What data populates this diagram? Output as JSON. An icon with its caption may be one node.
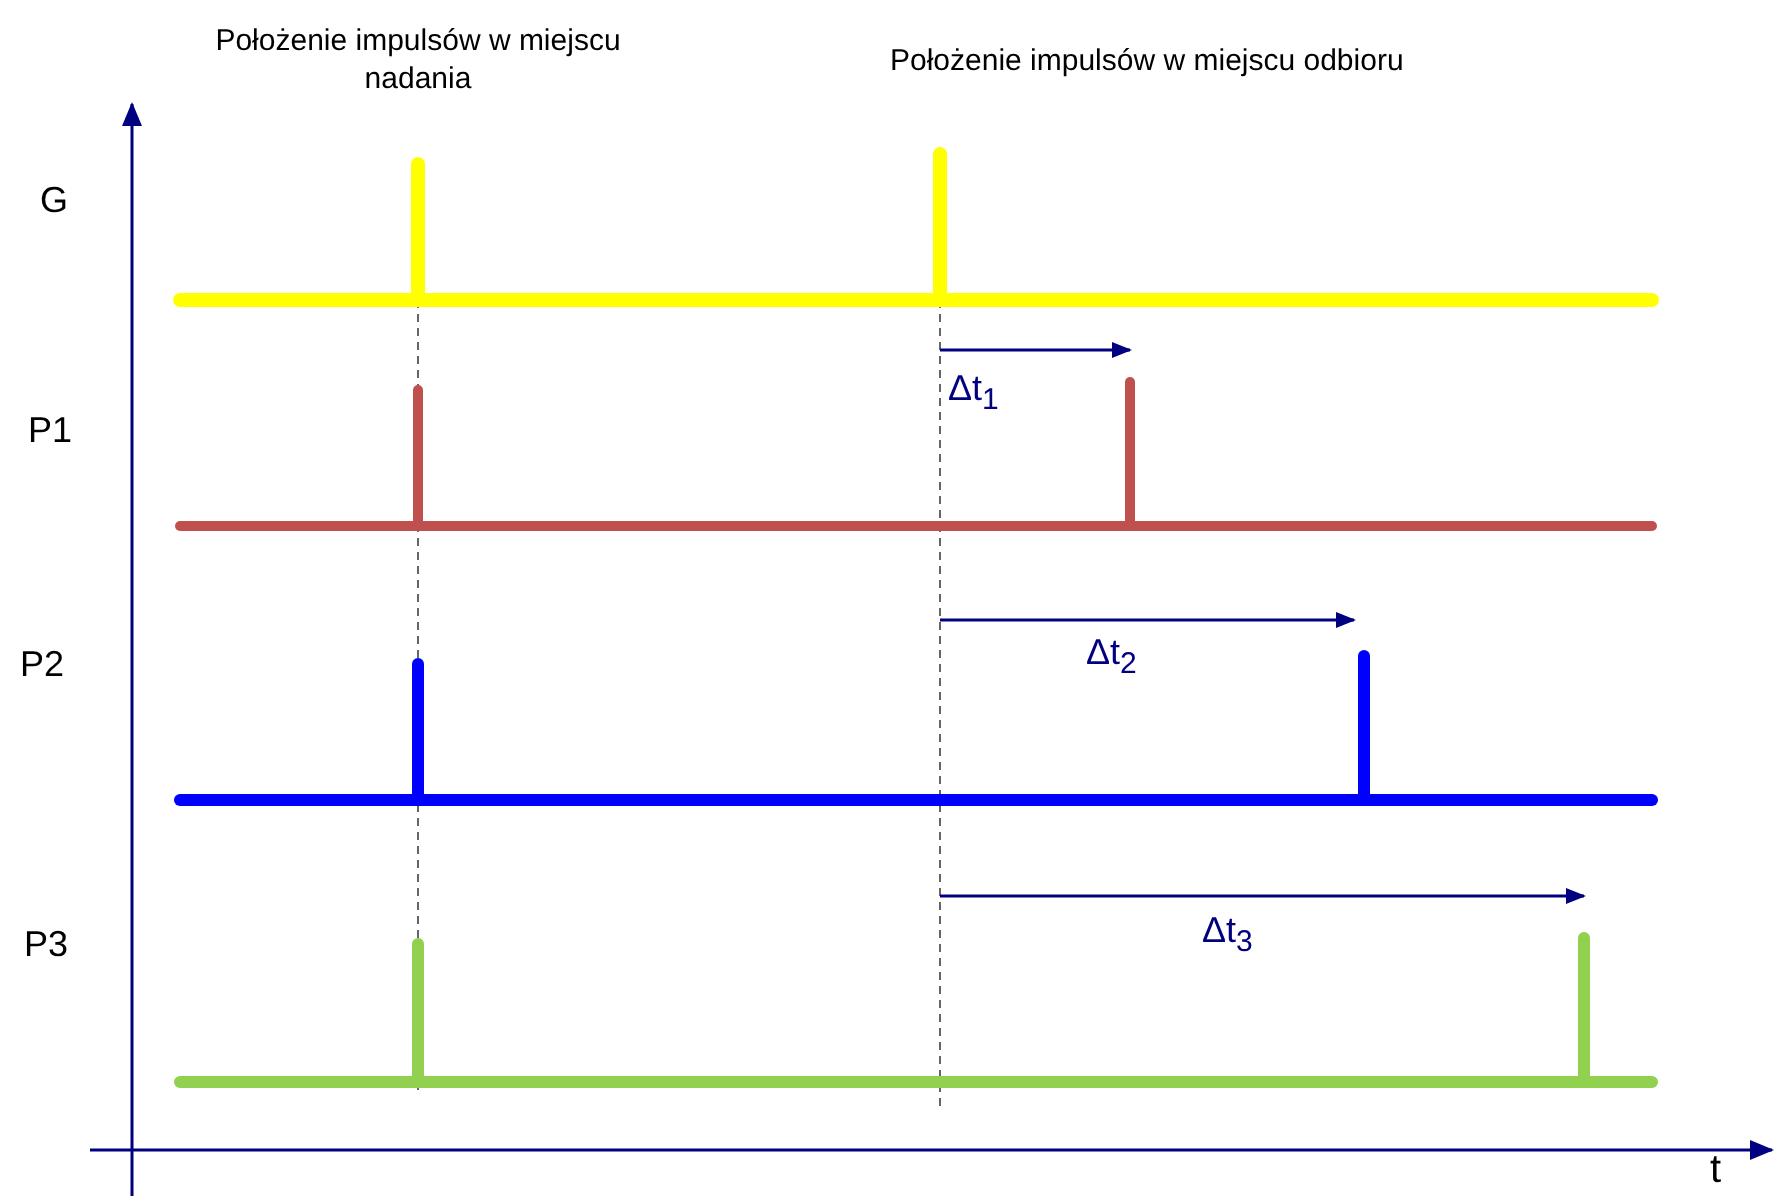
{
  "diagram": {
    "labels": [
      "Położenie impulsów w miejscu nadania",
      "Położenie impulsów w miejscu odbioru",
      "G",
      "P1",
      "P2",
      "P3",
      "Δt$_{1}$",
      "Δt$_{2}$",
      "Δt$_{3}$",
      "t"
    ]
  }
}
